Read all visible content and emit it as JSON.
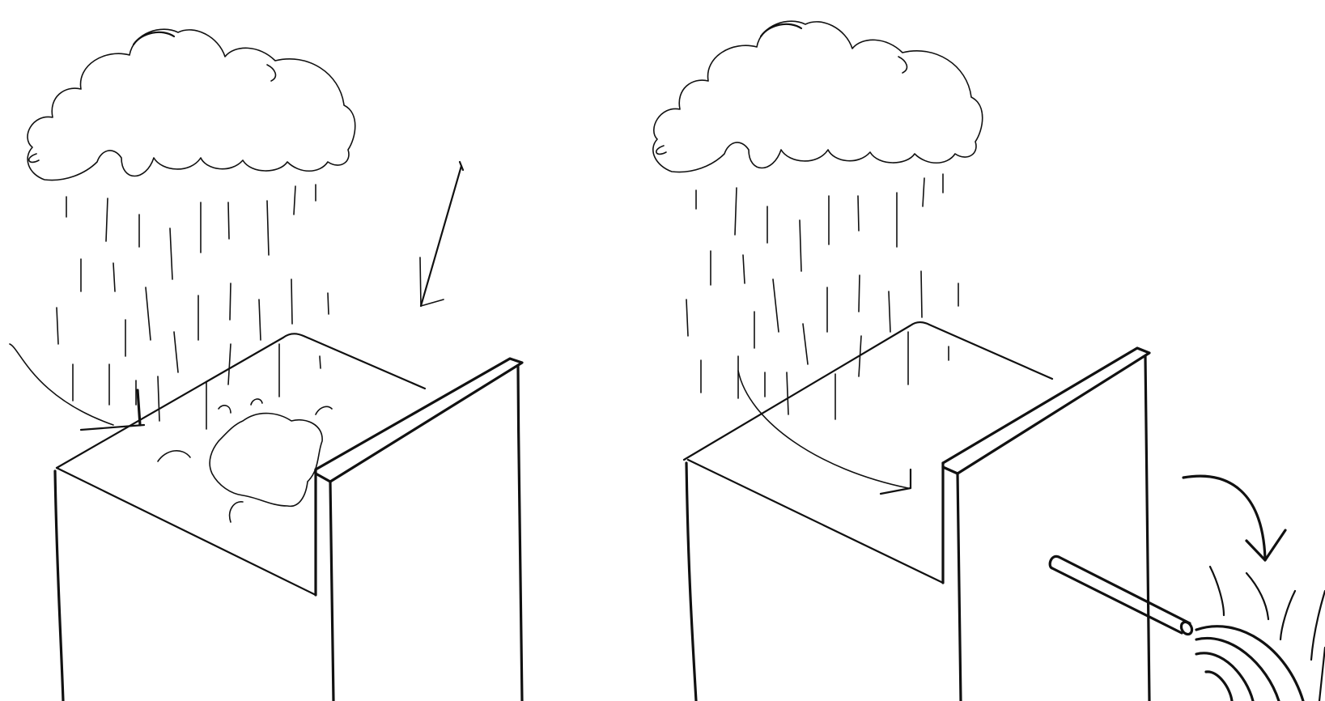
{
  "diagram": {
    "panels": [
      {
        "id": "left",
        "elements": [
          "cloud-icon",
          "rain",
          "arrow-in",
          "arrow-down",
          "roof-box",
          "parapet-wall",
          "puddle",
          "splash-marks"
        ]
      },
      {
        "id": "right",
        "elements": [
          "cloud-icon",
          "rain",
          "arrow-flow",
          "arrow-curved",
          "roof-box",
          "parapet-wall",
          "drain-pipe",
          "water-spray"
        ]
      }
    ],
    "colors": {
      "ink": "#111111",
      "background": "#ffffff"
    }
  }
}
